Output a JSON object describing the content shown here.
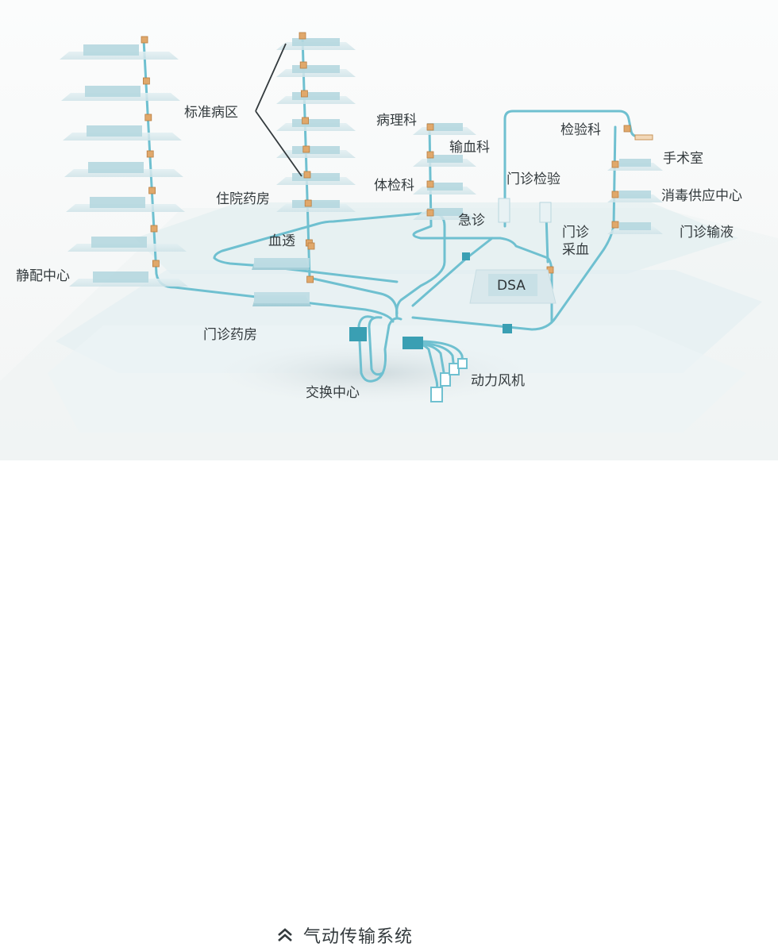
{
  "labels": {
    "ward": "标准病区",
    "pathology": "病理科",
    "transfusion": "输血科",
    "checkup": "体检科",
    "emergency": "急诊",
    "outpatient_lab": "门诊检验",
    "lab": "检验科",
    "surgery": "手术室",
    "sterile_supply": "消毒供应中心",
    "outpatient_infusion": "门诊输液",
    "outpatient_blood_line1": "门诊",
    "outpatient_blood_line2": "采血",
    "inpatient_pharmacy": "住院药房",
    "dialysis": "血透",
    "iv_center": "静配中心",
    "dsa": "DSA",
    "outpatient_pharmacy": "门诊药房",
    "exchange_center": "交换中心",
    "blower": "动力风机"
  },
  "caption": "气动传输系统",
  "colors": {
    "pipe": "#6fc0d0",
    "pipe_dark": "#3a9fb3",
    "floor_plate": "#d3e6ea",
    "station": "#e0a86b",
    "text": "#333a3d"
  }
}
